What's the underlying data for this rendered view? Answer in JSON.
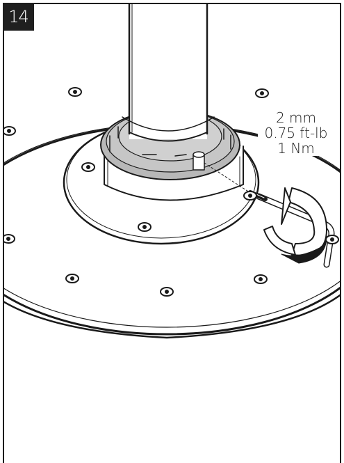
{
  "step": {
    "number": "14"
  },
  "spec": {
    "hex_size": "2 mm",
    "torque_imperial": "0.75 ft-lb",
    "torque_metric": "1 Nm"
  },
  "icons": {
    "hex_key": "hex-key-icon",
    "rotation": "rotation-arrow-icon",
    "screw": "screw-head-icon"
  },
  "colors": {
    "line": "#1a1a1a",
    "ring_fill": "#b8b8b8",
    "badge": "#1f1f1f"
  }
}
